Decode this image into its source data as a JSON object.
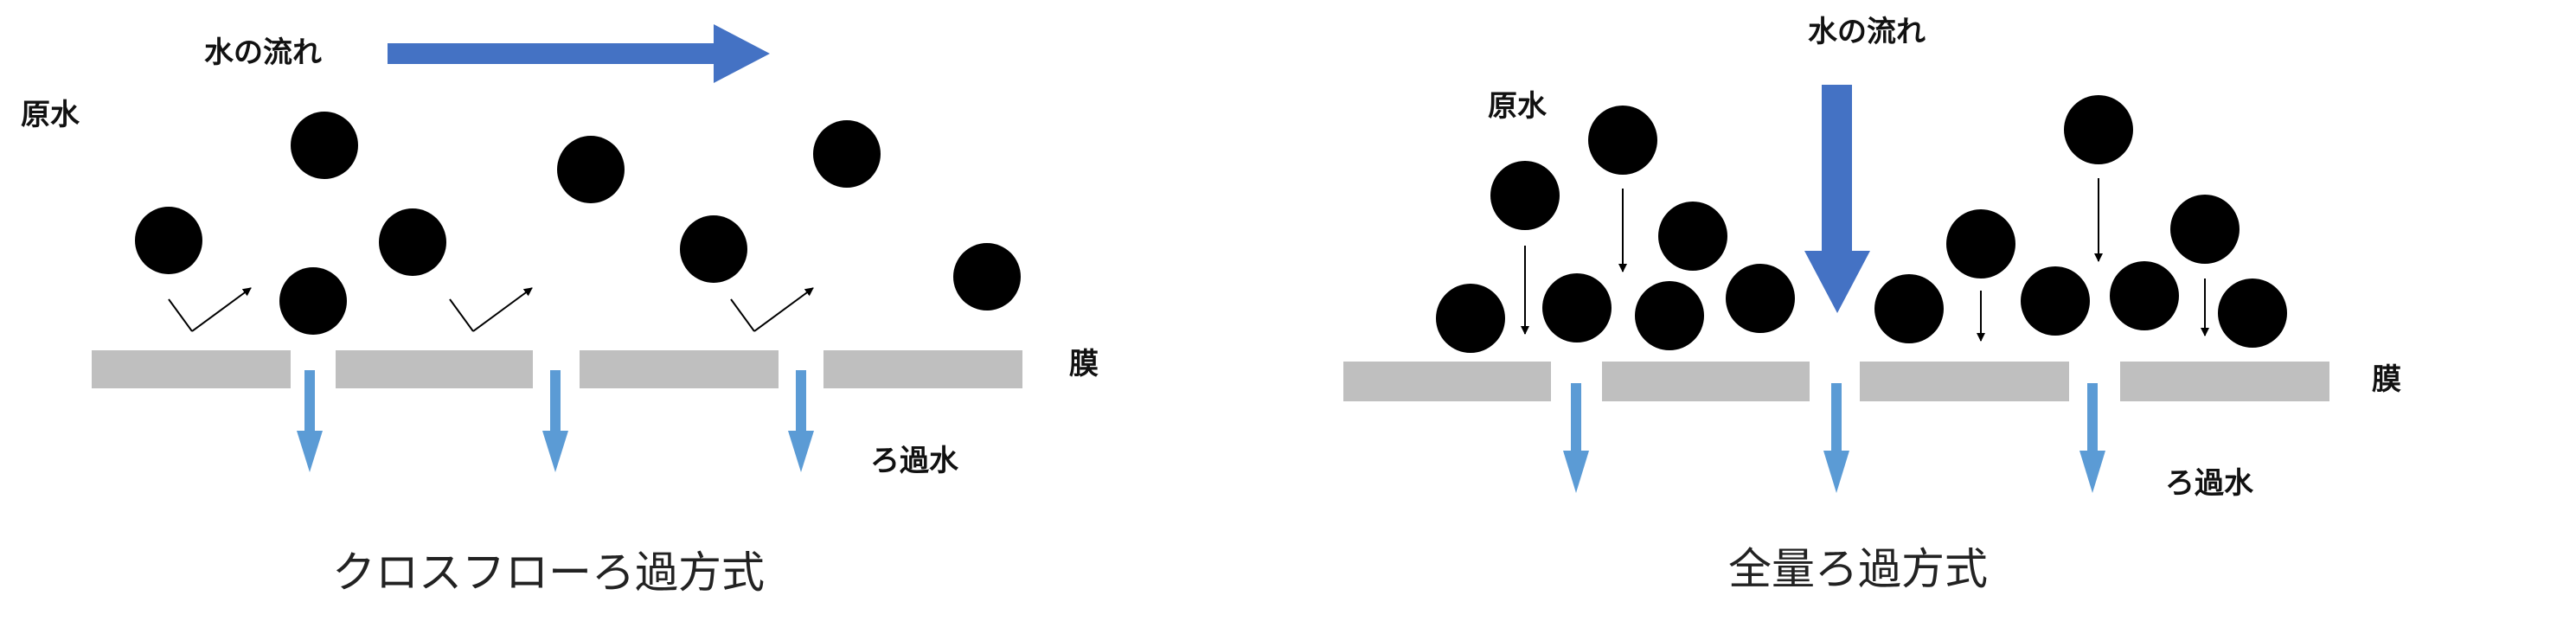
{
  "colors": {
    "flow_arrow": "#4472c4",
    "filtrate_arrow": "#5b9bd5",
    "membrane": "#bfbfbf",
    "particle": "#000000",
    "text": "#111111"
  },
  "crossflow": {
    "flow_label": "水の流れ",
    "raw_water_label": "原水",
    "membrane_label": "膜",
    "filtrate_label": "ろ過水",
    "caption": "クロスフローろ過方式"
  },
  "dead_end": {
    "flow_label": "水の流れ",
    "raw_water_label": "原水",
    "membrane_label": "膜",
    "filtrate_label": "ろ過水",
    "caption": "全量ろ過方式"
  }
}
